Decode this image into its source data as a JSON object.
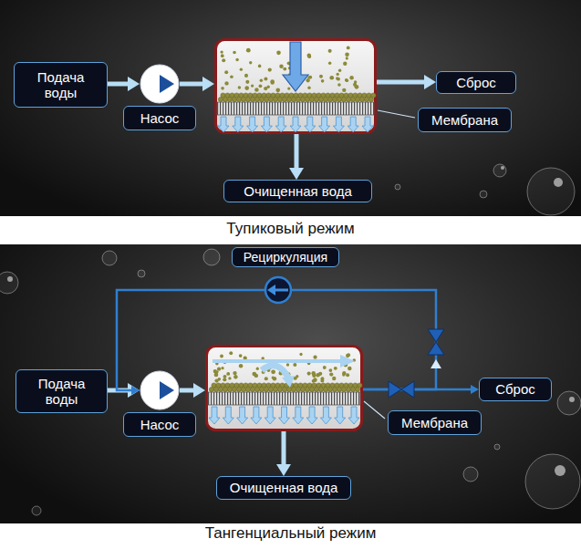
{
  "diagram": {
    "nodes": [
      {
        "text": [
          "Подача воды"
        ]
      },
      {
        "text": [
          "Насос"
        ]
      },
      {
        "text": [
          "Мембрана"
        ]
      },
      {
        "text": [
          "Сброс"
        ]
      },
      {
        "text": [
          "Очищенная вода"
        ]
      },
      {
        "text": [
          "Подача воды"
        ]
      },
      {
        "text": [
          "Насос"
        ]
      },
      {
        "text": [
          "Мембрана"
        ]
      },
      {
        "text": [
          "Сброс"
        ]
      },
      {
        "text": [
          "Очищенная вода"
        ]
      }
    ],
    "edges": [
      {
        "from": 0,
        "to": 1,
        "arrow": "to"
      },
      {
        "from": 1,
        "to": 2,
        "arrow": "to"
      },
      {
        "from": 2,
        "to": 3,
        "arrow": "to"
      },
      {
        "from": 2,
        "to": 4,
        "arrow": "to"
      },
      {
        "from": 5,
        "to": 6,
        "arrow": "to"
      },
      {
        "from": 6,
        "to": 7,
        "arrow": "to"
      },
      {
        "from": 7,
        "to": 8,
        "arrow": "to"
      },
      {
        "from": 7,
        "to": 9,
        "arrow": "to"
      },
      {
        "from": 7,
        "to": 6,
        "label": "Рециркуляция",
        "arrow": "to"
      }
    ],
    "labels": [
      "Тупиковый режим",
      "Тангенциальный режим"
    ]
  }
}
